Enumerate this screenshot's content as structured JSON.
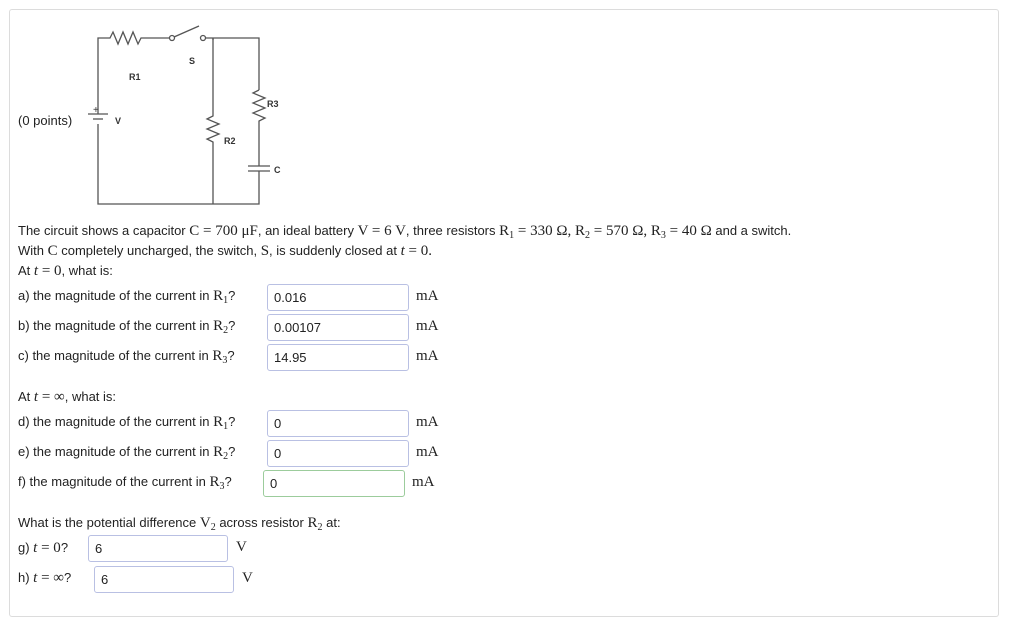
{
  "points_label": "(0 points)",
  "circuit_labels": {
    "r1": "R1",
    "s": "S",
    "r3": "R3",
    "v": "V",
    "plus": "+",
    "r2": "R2",
    "c": "C"
  },
  "problem": {
    "line1_a": "The circuit shows a capacitor ",
    "C_sym": "C",
    "C_val": " = 700 μF",
    "line1_b": ", an ideal battery ",
    "V_sym": "V",
    "V_val": " = 6 V",
    "line1_c": ", three resistors ",
    "R1_eq": "R",
    "R1_sub": "1",
    "R1_val": " = 330 Ω, ",
    "R2_eq": "R",
    "R2_sub": "2",
    "R2_val": " = 570 Ω, ",
    "R3_eq": "R",
    "R3_sub": "3",
    "R3_val": " = 40 Ω",
    "line1_d": " and a switch.",
    "line2_a": "With ",
    "line2_C": "C",
    "line2_b": " completely uncharged, the switch, ",
    "line2_S": "S",
    "line2_c": ", is suddenly closed at ",
    "line2_t": "t",
    "line2_d": " = 0.",
    "line3_a": "At ",
    "line3_t": "t",
    "line3_b": " = 0",
    "line3_c": ", what is:",
    "line4_a": "At ",
    "line4_t": "t",
    "line4_b": " = ∞",
    "line4_c": ", what is:",
    "line5_a": "What is the potential difference ",
    "line5_V": "V",
    "line5_Vsub": "2",
    "line5_b": " across resistor ",
    "line5_R": "R",
    "line5_Rsub": "2",
    "line5_c": " at:"
  },
  "questions": [
    {
      "prefix": "a) the magnitude of the current in ",
      "sym": "R",
      "sub": "1",
      "suffix": "?",
      "value": "0.016",
      "unit": "mA"
    },
    {
      "prefix": "b) the magnitude of the current in ",
      "sym": "R",
      "sub": "2",
      "suffix": "?",
      "value": "0.00107",
      "unit": "mA"
    },
    {
      "prefix": "c) the magnitude of the current in ",
      "sym": "R",
      "sub": "3",
      "suffix": "?",
      "value": "14.95",
      "unit": "mA"
    },
    {
      "prefix": "d) the magnitude of the current in ",
      "sym": "R",
      "sub": "1",
      "suffix": "?",
      "value": "0",
      "unit": "mA"
    },
    {
      "prefix": "e) the magnitude of the current in ",
      "sym": "R",
      "sub": "2",
      "suffix": "?",
      "value": "0",
      "unit": "mA"
    },
    {
      "prefix": "f) the magnitude of the current in ",
      "sym": "R",
      "sub": "3",
      "suffix": "?",
      "value": "0",
      "unit": "mA"
    },
    {
      "prefix": "g) ",
      "sym": "t",
      "eq": " = 0",
      "suffix": "?",
      "value": "6",
      "unit": "V"
    },
    {
      "prefix": "h) ",
      "sym": "t",
      "eq": " = ∞",
      "suffix": "?",
      "value": "6",
      "unit": "V"
    }
  ]
}
